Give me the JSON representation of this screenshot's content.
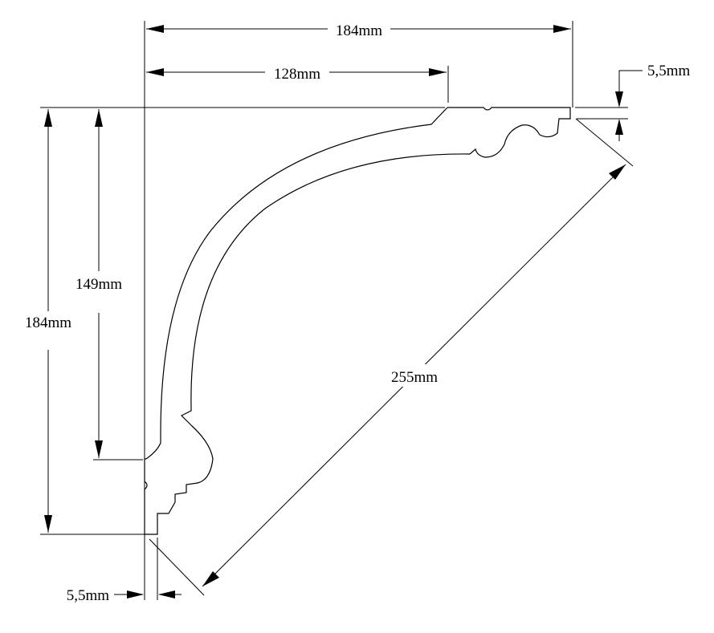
{
  "dimensions": {
    "top_total_width": "184mm",
    "top_projection": "128mm",
    "top_right_thickness": "5,5mm",
    "left_total_height": "184mm",
    "left_drop": "149mm",
    "diagonal_face": "255mm",
    "bottom_thickness": "5,5mm"
  }
}
